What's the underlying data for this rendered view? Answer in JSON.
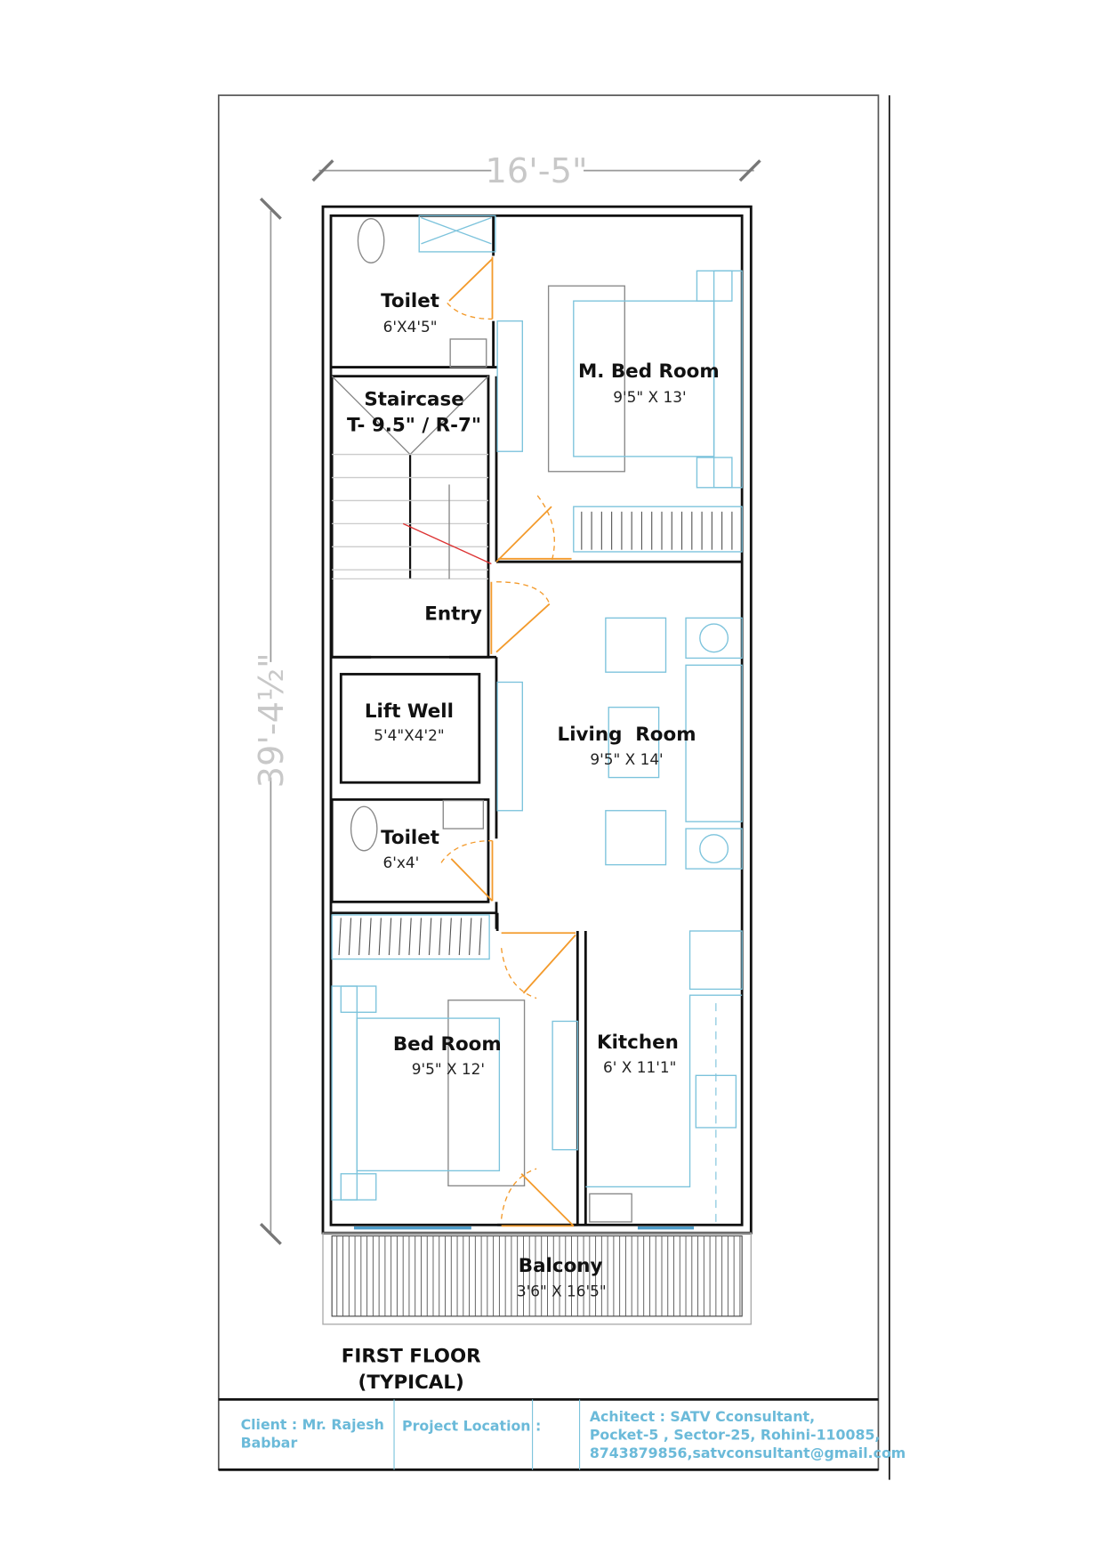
{
  "dimensions": {
    "width": "16'-5\"",
    "length": "39'-4½\""
  },
  "rooms": [
    {
      "name": "Toilet",
      "size": "6'X4'5\""
    },
    {
      "name": "M. Bed Room",
      "size": "9'5\" X 13'"
    },
    {
      "name": "Staircase",
      "size": "T- 9.5\" / R-7\""
    },
    {
      "name": "Entry"
    },
    {
      "name": "Lift Well",
      "size": "5'4\"X4'2\""
    },
    {
      "name": "Living  Room",
      "size": "9'5\" X 14'"
    },
    {
      "name": "Toilet",
      "size": "6'x4'"
    },
    {
      "name": "Bed Room",
      "size": "9'5\" X 12'"
    },
    {
      "name": "Kitchen",
      "size": "6' X 11'1\""
    },
    {
      "name": "Balcony",
      "size": "3'6\" X 16'5\""
    }
  ],
  "title": {
    "line1": "FIRST FLOOR",
    "line2": "(TYPICAL)"
  },
  "title_block": {
    "client_line1": "Client : Mr. Rajesh",
    "client_line2": "Babbar",
    "project_location": "Project Location :",
    "architect_line1": "Achitect : SATV Cconsultant,",
    "architect_line2": "Pocket-5 , Sector-25, Rohini-110085,",
    "architect_line3": "8743879856,satvconsultant@gmail.com"
  },
  "colors": {
    "wall": "#111111",
    "furniture": "#7cc3dc",
    "door": "#f39a2b",
    "title_block_text": "#6bbad9"
  }
}
